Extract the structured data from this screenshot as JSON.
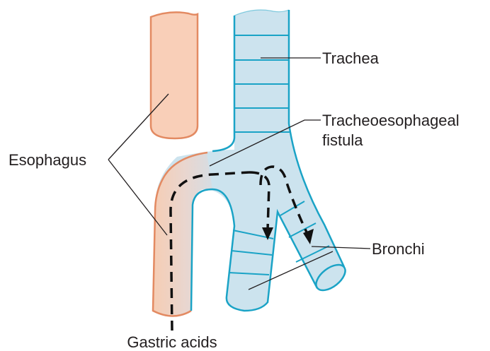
{
  "labels": {
    "trachea": "Trachea",
    "fistula_line1": "Tracheoesophageal",
    "fistula_line2": "fistula",
    "esophagus": "Esophagus",
    "bronchi": "Bronchi",
    "gastric_acids": "Gastric acids"
  },
  "colors": {
    "esophagus_fill": "#f9cfb8",
    "esophagus_stroke": "#e38a62",
    "airway_fill": "#cce3ee",
    "airway_stroke": "#1aa3c6",
    "ink": "#231f20"
  }
}
